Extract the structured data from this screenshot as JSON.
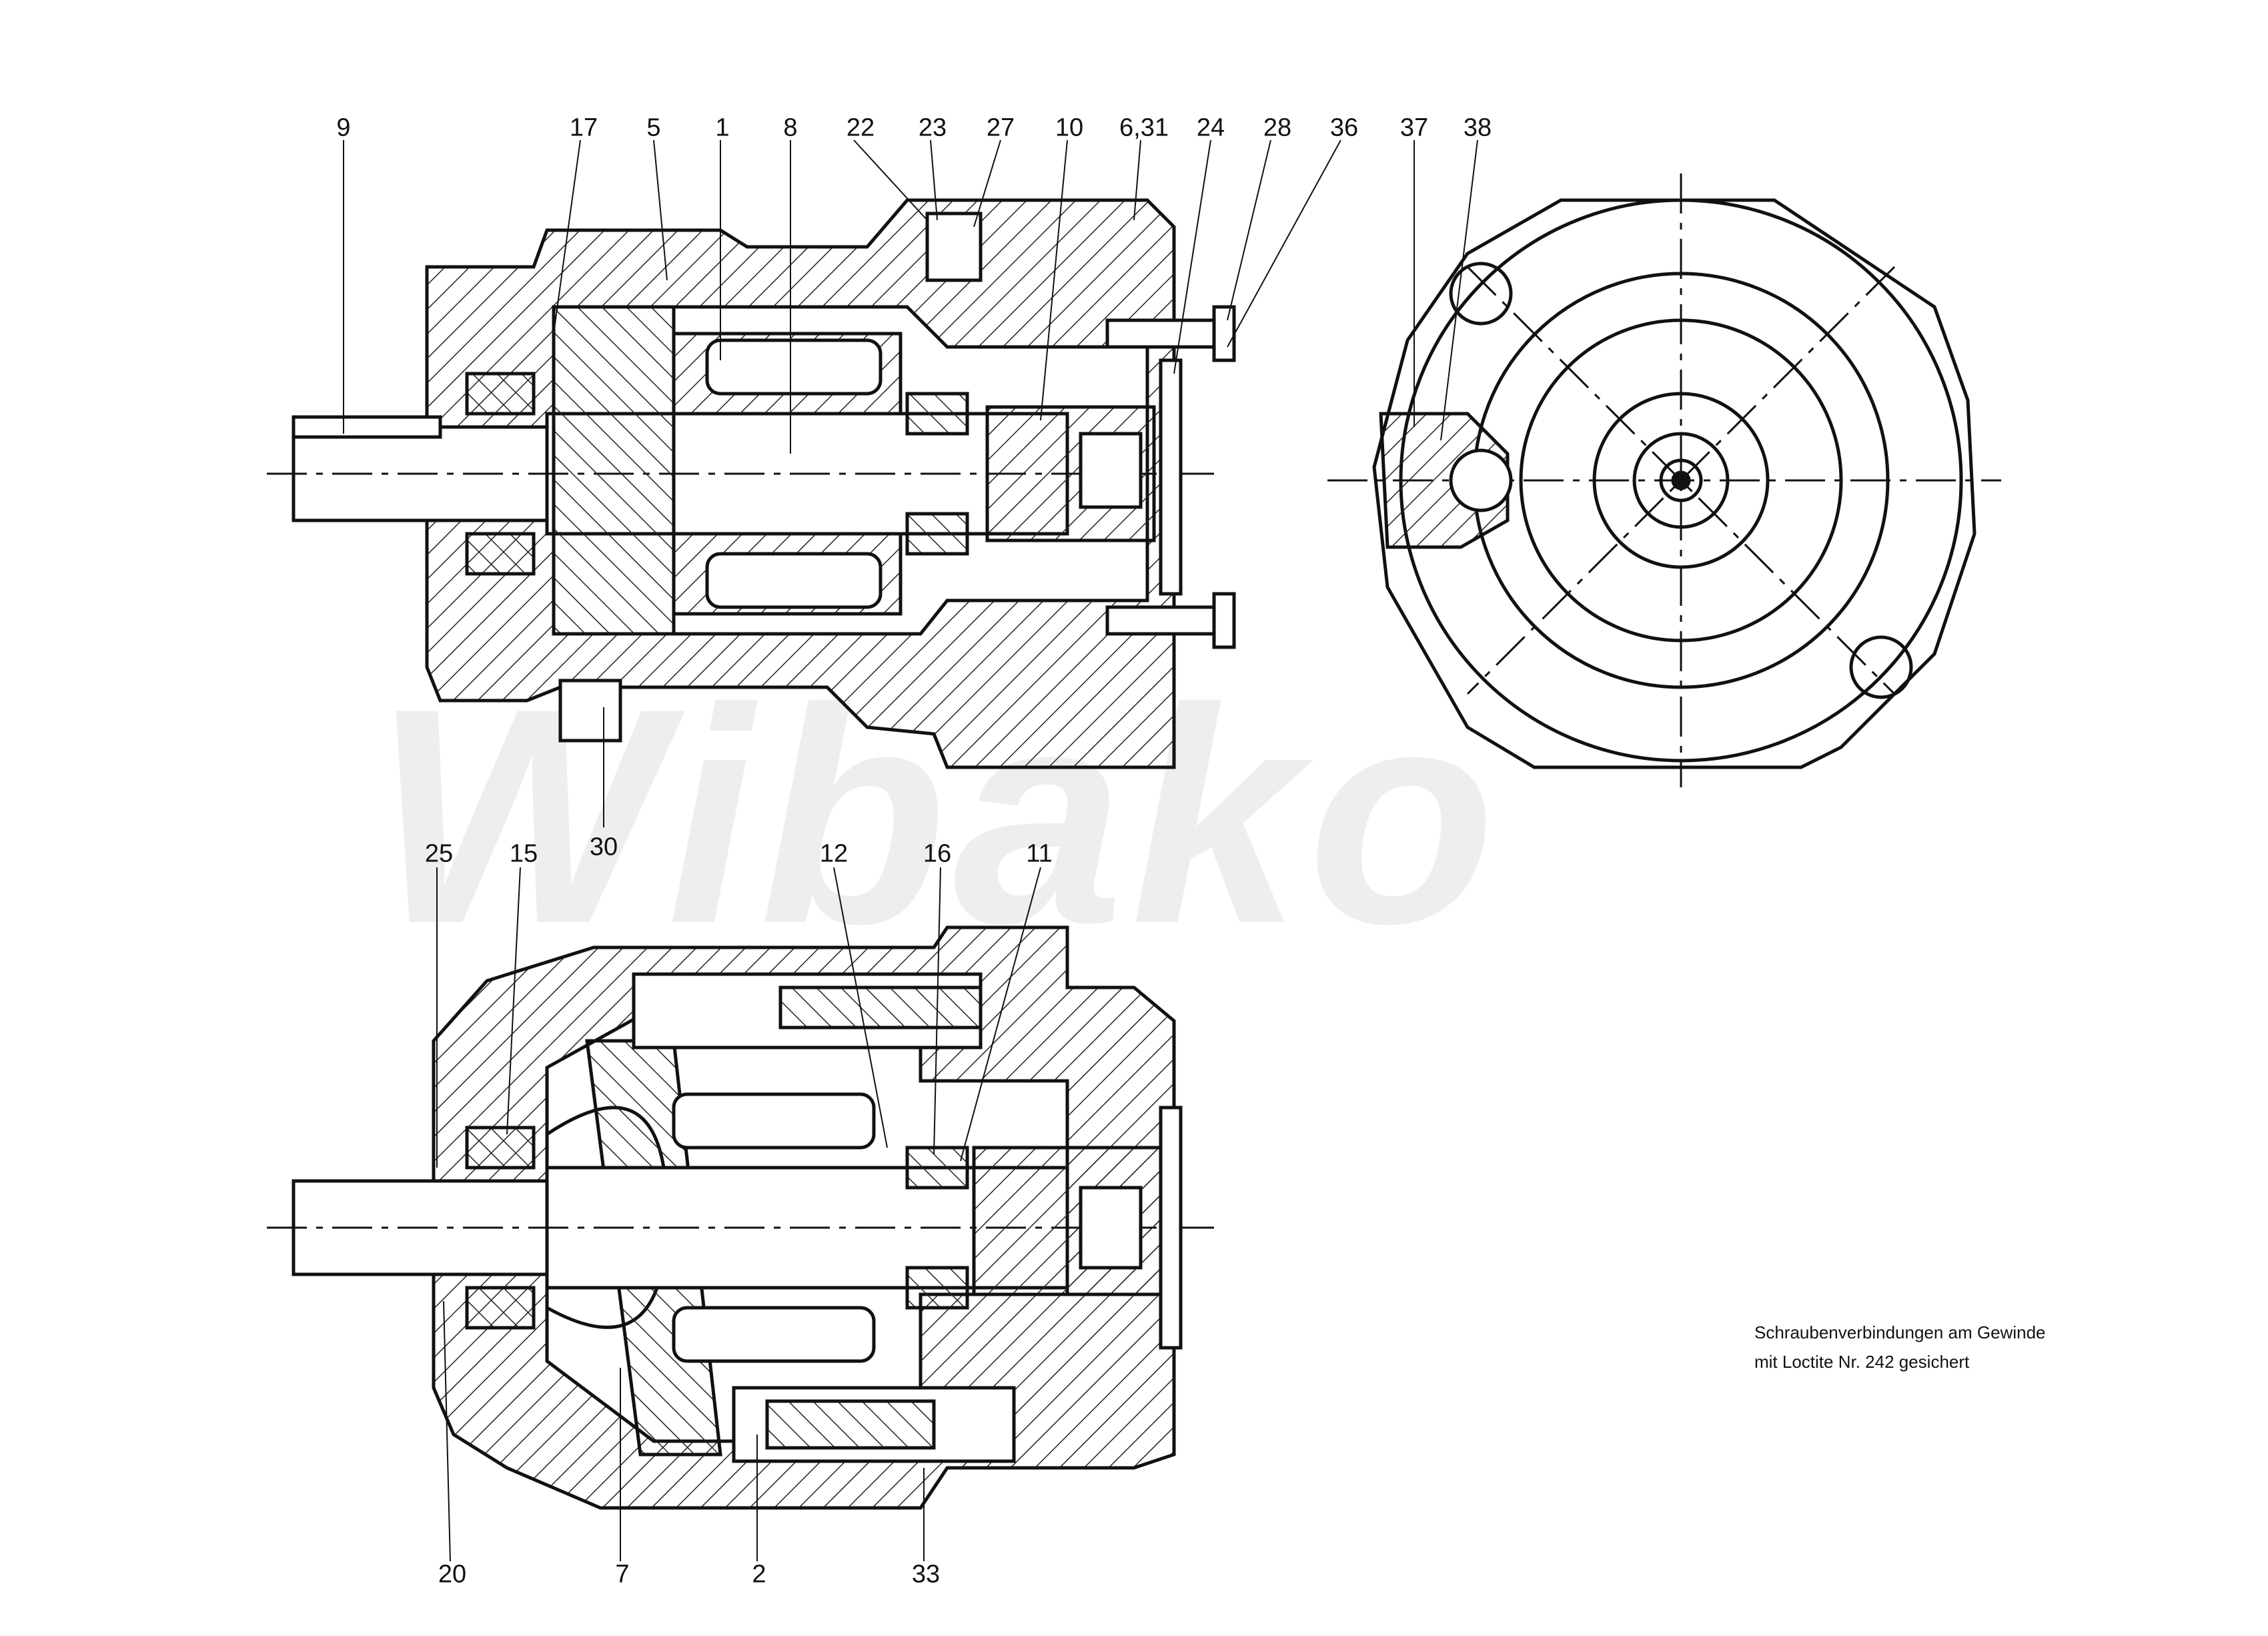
{
  "drawing": {
    "part_numbers": {
      "top_row": [
        "9",
        "17",
        "5",
        "1",
        "8",
        "22",
        "23",
        "27",
        "10",
        "6,31",
        "24",
        "28",
        "36",
        "37",
        "38"
      ],
      "top_bottom": [
        "30"
      ],
      "middle_row": [
        "25",
        "15",
        "12",
        "16",
        "11"
      ],
      "bottom_row": [
        "20",
        "7",
        "2",
        "33"
      ]
    },
    "note": {
      "line1": "Schraubenverbindungen am Gewinde",
      "line2": "mit Loctite Nr. 242 gesichert"
    },
    "watermark": "Wibako"
  },
  "colors": {
    "ink": "#111111",
    "watermark": "#eeeeee",
    "paper": "#ffffff"
  }
}
